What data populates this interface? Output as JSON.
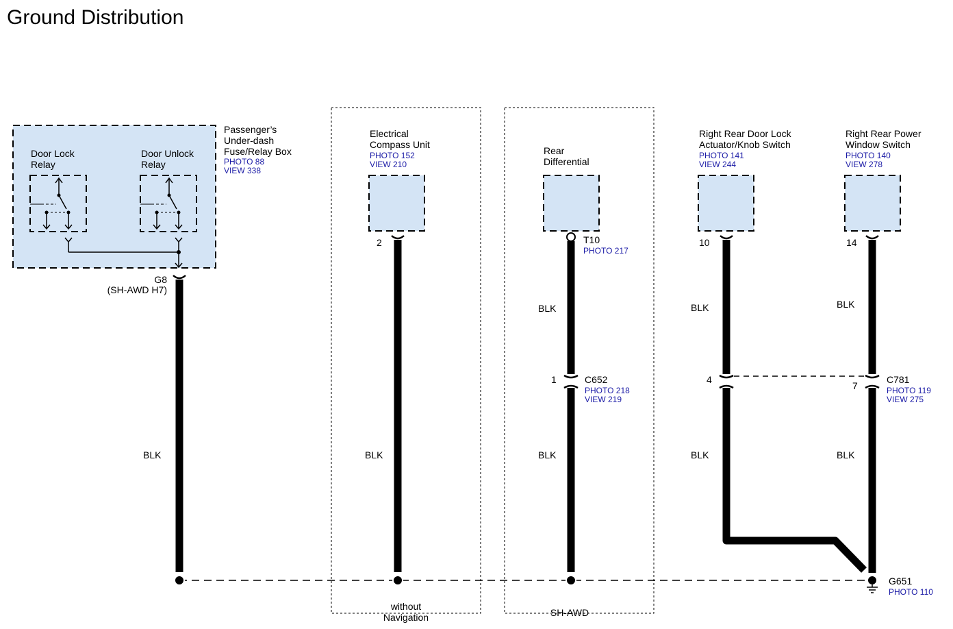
{
  "title": "Ground Distribution",
  "colors": {
    "component_fill": "#d4e4f5",
    "photo_link": "#1a1aa6",
    "wire": "#000000"
  },
  "components": {
    "fuse_box": {
      "name": "Passenger’s\nUnder-dash\nFuse/Relay Box",
      "photo": "PHOTO 88",
      "view": "VIEW 338",
      "relay1": "Door Lock\nRelay",
      "relay2": "Door Unlock\nRelay",
      "pin": "G8",
      "pin_alt": "(SH-AWD H7)",
      "wire": "BLK"
    },
    "compass": {
      "name": "Electrical\nCompass Unit",
      "photo": "PHOTO 152",
      "view": "VIEW 210",
      "pin": "2",
      "wire": "BLK",
      "variant": "without\nNavigation"
    },
    "rear_diff": {
      "name": "Rear\nDifferential",
      "terminal": "T10",
      "terminal_photo": "PHOTO 217",
      "wire_upper": "BLK",
      "wire_lower": "BLK",
      "variant": "SH-AWD"
    },
    "door_lock": {
      "name": "Right Rear Door Lock\nActuator/Knob Switch",
      "photo": "PHOTO 141",
      "view": "VIEW 244",
      "pin": "10",
      "wire_upper": "BLK",
      "wire_lower": "BLK"
    },
    "power_window": {
      "name": "Right Rear Power\nWindow Switch",
      "photo": "PHOTO 140",
      "view": "VIEW 278",
      "pin": "14",
      "wire_upper": "BLK",
      "wire_lower": "BLK"
    }
  },
  "connectors": {
    "c652": {
      "name": "C652",
      "photo": "PHOTO 218",
      "view": "VIEW 219",
      "pin": "1"
    },
    "c781": {
      "name": "C781",
      "photo": "PHOTO 119",
      "view": "VIEW 275",
      "pin_left": "4",
      "pin_right": "7"
    }
  },
  "ground": {
    "name": "G651",
    "photo": "PHOTO 110"
  }
}
